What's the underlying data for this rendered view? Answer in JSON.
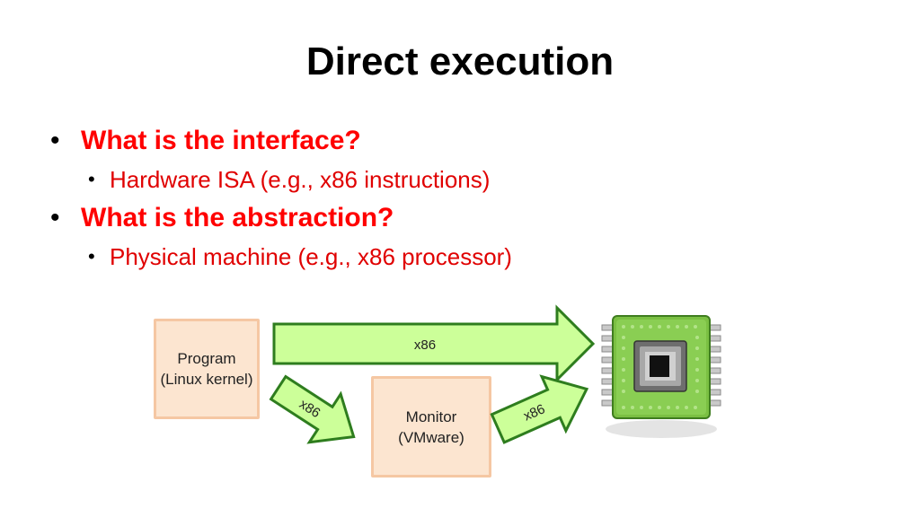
{
  "slide": {
    "title": "Direct execution",
    "bullets": [
      {
        "text": "What is the interface?",
        "sub": "Hardware ISA (e.g., x86 instructions)"
      },
      {
        "text": "What is the abstraction?",
        "sub": "Physical machine (e.g., x86 processor)"
      }
    ]
  },
  "diagram": {
    "program_box": {
      "line1": "Program",
      "line2": "(Linux kernel)"
    },
    "monitor_box": {
      "line1": "Monitor",
      "line2": "(VMware)"
    },
    "arrow_top_label": "x86",
    "arrow_program_monitor_label": "x86",
    "arrow_monitor_cpu_label": "x86",
    "cpu_icon": "processor-chip-icon"
  },
  "colors": {
    "title": "#000000",
    "bullet_primary": "#ff0000",
    "bullet_secondary": "#e00000",
    "box_fill": "#fce5d0",
    "box_border": "#f5c7a3",
    "arrow_fill": "#ccff99",
    "arrow_border": "#2e7d1e",
    "chip_green": "#7bc043"
  }
}
